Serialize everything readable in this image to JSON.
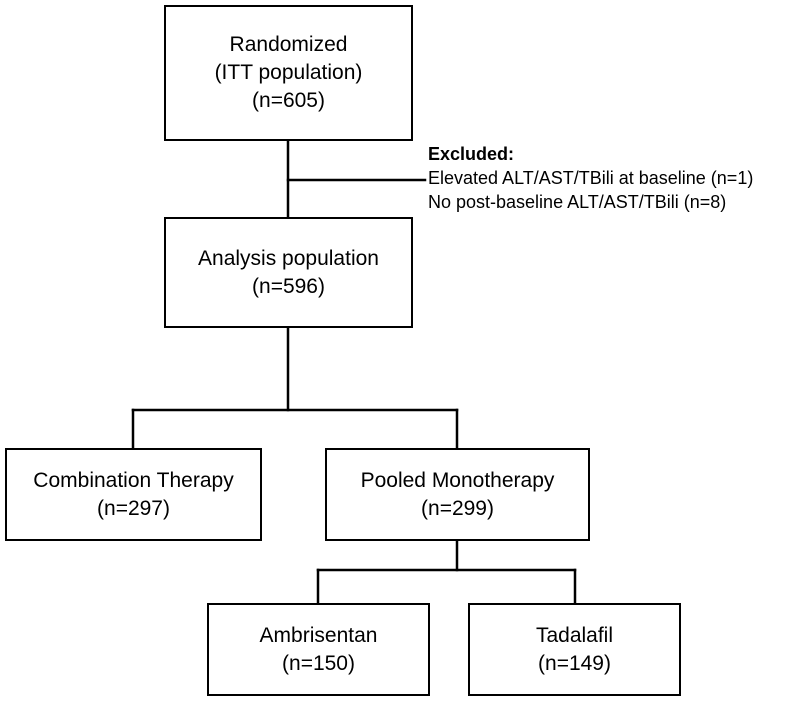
{
  "flowchart": {
    "randomized": {
      "title": "Randomized",
      "subtitle": "(ITT population)",
      "count": "(n=605)"
    },
    "exclusions": {
      "heading": "Excluded:",
      "items": [
        "Elevated ALT/AST/TBili at baseline (n=1)",
        "No post-baseline ALT/AST/TBili (n=8)"
      ]
    },
    "analysis": {
      "title": "Analysis population",
      "count": "(n=596)"
    },
    "combination": {
      "title": "Combination Therapy",
      "count": "(n=297)"
    },
    "pooled": {
      "title": "Pooled Monotherapy",
      "count": "(n=299)"
    },
    "ambrisentan": {
      "title": "Ambrisentan",
      "count": "(n=150)"
    },
    "tadalafil": {
      "title": "Tadalafil",
      "count": "(n=149)"
    }
  }
}
